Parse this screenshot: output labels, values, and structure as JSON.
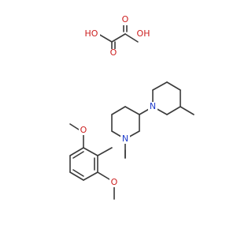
{
  "colors": {
    "bond": "#3a3a3a",
    "oxygen": "#cc1f1f",
    "nitrogen": "#1f3ccc",
    "background": "#ffffff"
  },
  "labels": {
    "ho_left": "HO",
    "oh_right": "OH",
    "o_left": "O",
    "o_right": "O",
    "n_piperidine": "N",
    "n_methylpiperidine": "N",
    "o_methoxy_top": "O",
    "o_methoxy_bottom": "O"
  }
}
